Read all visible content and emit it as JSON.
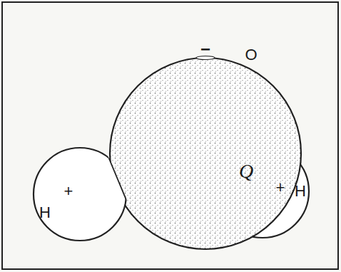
{
  "diagram": {
    "nodes": [
      {
        "text": [
          "−",
          "O",
          "Q"
        ]
      },
      {
        "text": [
          "H",
          "+"
        ]
      },
      {
        "text": [
          "+",
          "H"
        ]
      }
    ]
  }
}
